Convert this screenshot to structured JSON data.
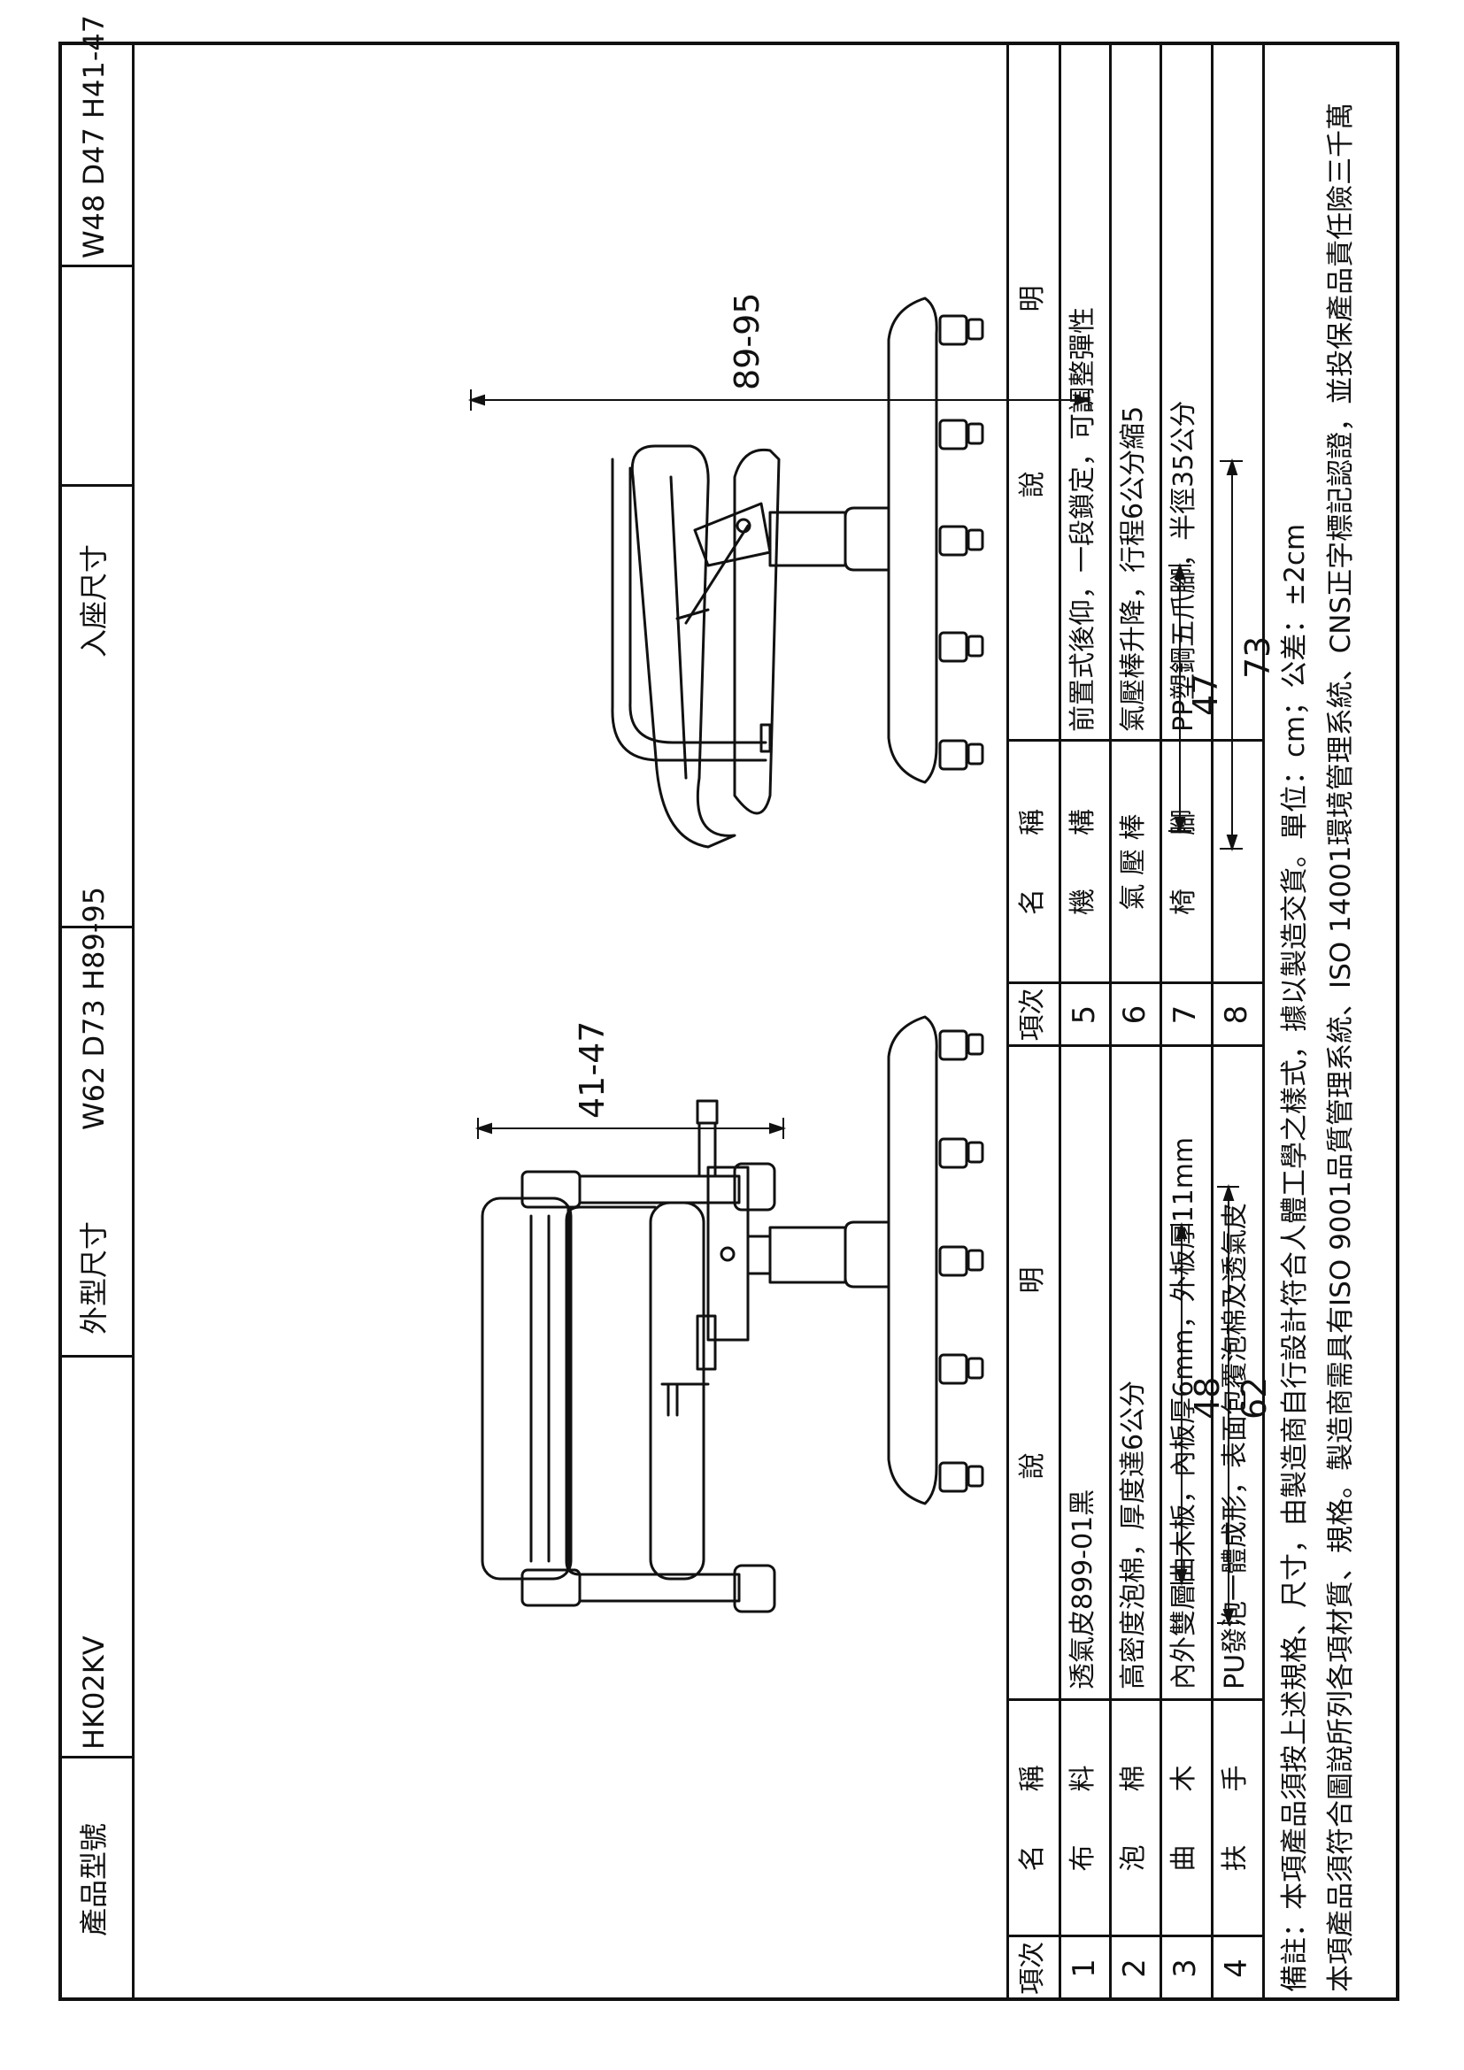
{
  "spec_bar": {
    "model_label": "產品型號",
    "model_value": "HK02KV",
    "outer_label": "外型尺寸",
    "outer_value": "W62 D73 H89-95",
    "seat_label": "入座尺寸",
    "seat_value": "W48 D47 H41-47"
  },
  "table": {
    "header_left": {
      "no": "項次",
      "name": "名　　稱",
      "desc": "說　　　　　　明"
    },
    "header_right": {
      "no": "項次",
      "name": "名　　稱",
      "desc": "說　　　　　　明"
    },
    "rows_left": [
      {
        "no": "1",
        "name": "布　　料",
        "desc": "透氣皮899-01黑"
      },
      {
        "no": "2",
        "name": "泡　　棉",
        "desc": "高密度泡棉，厚度達6公分"
      },
      {
        "no": "3",
        "name": "曲　　木",
        "desc": "內外雙層曲木板，內板厚6mm，外板厚11mm"
      },
      {
        "no": "4",
        "name": "扶　　手",
        "desc": "PU發泡一體成形，表面包覆泡棉及透氣皮"
      }
    ],
    "rows_right": [
      {
        "no": "5",
        "name": "機　　構",
        "desc": "前置式後仰，一段鎖定，可調整彈性"
      },
      {
        "no": "6",
        "name": "氣  壓  棒",
        "desc": "氣壓棒升降，行程6公分縮5"
      },
      {
        "no": "7",
        "name": "椅　　腳",
        "desc": "PP塑鋼五爪腳，半徑35公分"
      },
      {
        "no": "8",
        "name": "",
        "desc": ""
      }
    ],
    "notes": [
      "備註：本項產品須按上述規格、尺寸，由製造商自行設計符合人體工學之樣式，據以製造交貨。單位：cm；公差：±2cm",
      "本項產品須符合圖說所列各項材質、規格。製造商需具有ISO 9001品質管理系統、ISO 14001環境管理系統、CNS正字標記認證，並投保產品責任險三千萬"
    ]
  },
  "dimensions": {
    "front_width_outer": "62",
    "front_width_inner": "48",
    "front_height": "41-47",
    "side_depth_outer": "73",
    "side_depth_inner": "47",
    "side_height": "89-95"
  }
}
